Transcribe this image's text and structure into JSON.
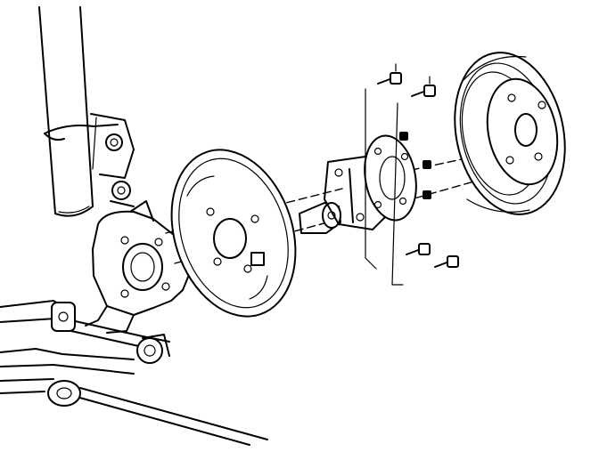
{
  "diagram": {
    "parts": [
      {
        "id": "strut",
        "icon": "strut-tube-icon"
      },
      {
        "id": "strut-clamp",
        "icon": "clamp-icon"
      },
      {
        "id": "steering-knuckle",
        "icon": "knuckle-icon"
      },
      {
        "id": "backing-plate",
        "icon": "backing-plate-icon"
      },
      {
        "id": "axle-spindle",
        "icon": "spindle-icon"
      },
      {
        "id": "hub-flange",
        "icon": "flange-icon"
      },
      {
        "id": "brake-drum",
        "icon": "brake-drum-icon"
      },
      {
        "id": "mounting-bolts",
        "icon": "bolt-icon"
      },
      {
        "id": "lug-nuts",
        "icon": "nut-icon"
      },
      {
        "id": "control-arm",
        "icon": "control-arm-icon"
      }
    ],
    "colors": {
      "line": "#000000",
      "background": "#ffffff"
    }
  }
}
